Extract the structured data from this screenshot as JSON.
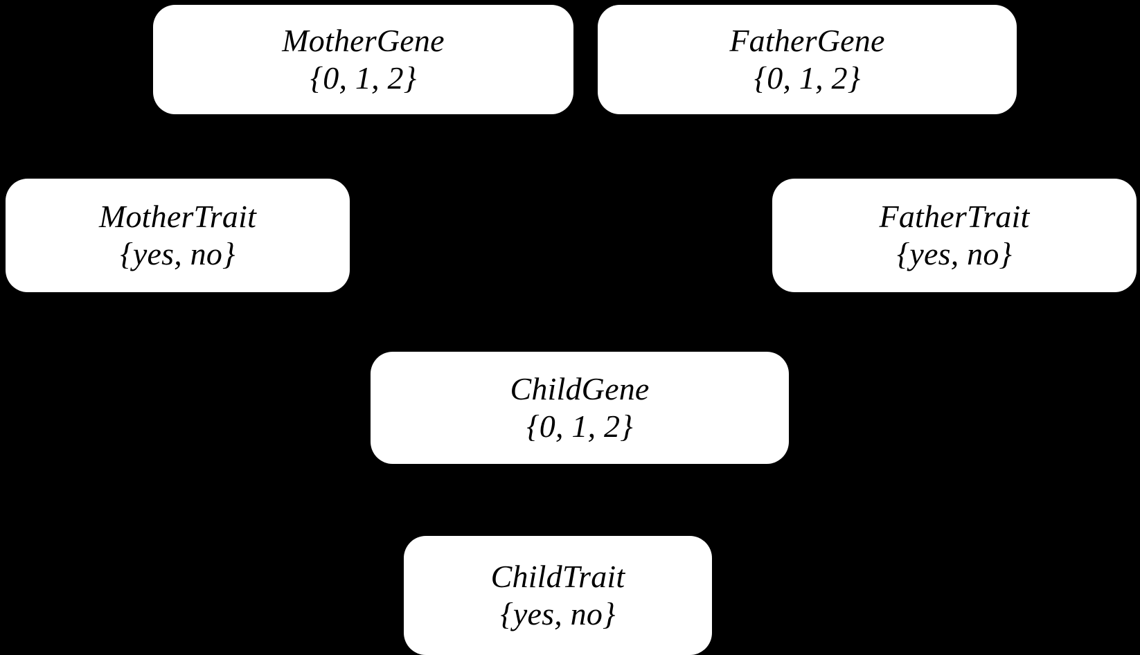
{
  "diagram": {
    "background_color": "#000000",
    "node_fill_color": "#ffffff",
    "node_text_color": "#000000",
    "nodes": [
      {
        "id": "mother-gene",
        "label": "MotherGene",
        "domain": "{0, 1, 2}"
      },
      {
        "id": "father-gene",
        "label": "FatherGene",
        "domain": "{0, 1, 2}"
      },
      {
        "id": "mother-trait",
        "label": "MotherTrait",
        "domain": "{yes, no}"
      },
      {
        "id": "father-trait",
        "label": "FatherTrait",
        "domain": "{yes, no}"
      },
      {
        "id": "child-gene",
        "label": "ChildGene",
        "domain": "{0, 1, 2}"
      },
      {
        "id": "child-trait",
        "label": "ChildTrait",
        "domain": "{yes, no}"
      }
    ]
  }
}
